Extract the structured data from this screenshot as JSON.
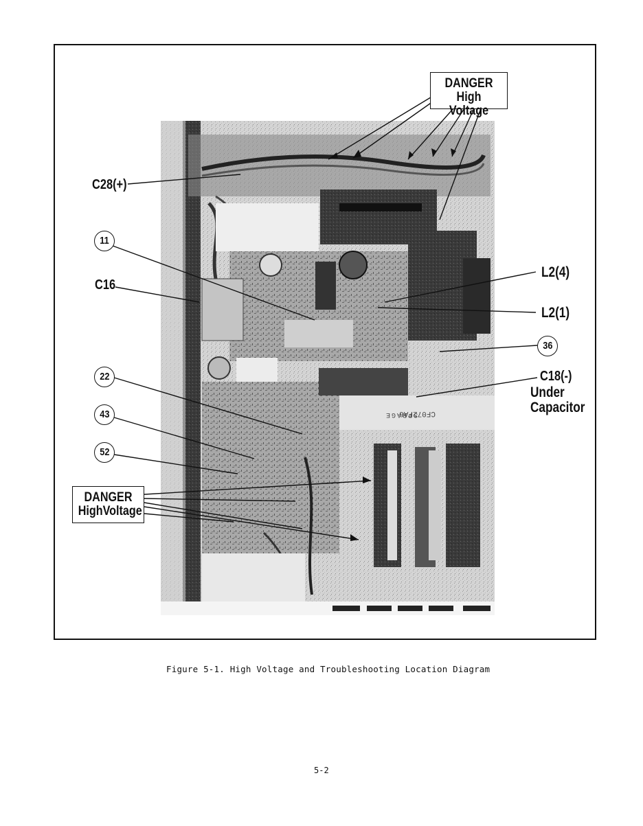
{
  "figure": {
    "danger_top": {
      "line1": "DANGER",
      "line2": "High Voltage"
    },
    "danger_bottom": {
      "line1": "DANGER",
      "line2": "HighVoltage"
    },
    "labels": {
      "c28": "C28(+)",
      "c16": "C16",
      "l2_4": "L2(4)",
      "l2_1": "L2(1)",
      "c18": "C18(-)",
      "under": "Under",
      "capacitor": "Capacitor"
    },
    "callouts": [
      "11",
      "36",
      "22",
      "43",
      "52"
    ],
    "photo_strip_text": [
      "CF072FA6",
      "SPRAGE"
    ]
  },
  "caption": "Figure 5-1.  High Voltage and Troubleshooting Location Diagram",
  "page_number": "5-2"
}
